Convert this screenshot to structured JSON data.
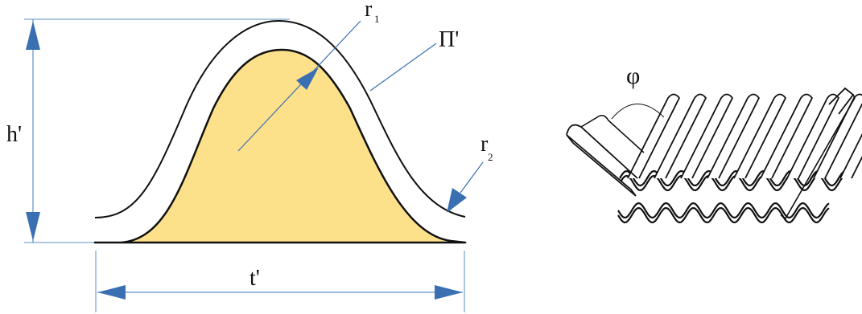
{
  "colors": {
    "profile_fill": "#fde08a",
    "arrow": "#3a70b2",
    "dim_line": "#5b8fc7",
    "outline": "#111111"
  },
  "labels": {
    "h": "h'",
    "t": "t'",
    "r1_main": "r",
    "r1_sub": "1",
    "r2_main": "r",
    "r2_sub": "2",
    "pi": "Π'",
    "phi": "φ"
  }
}
